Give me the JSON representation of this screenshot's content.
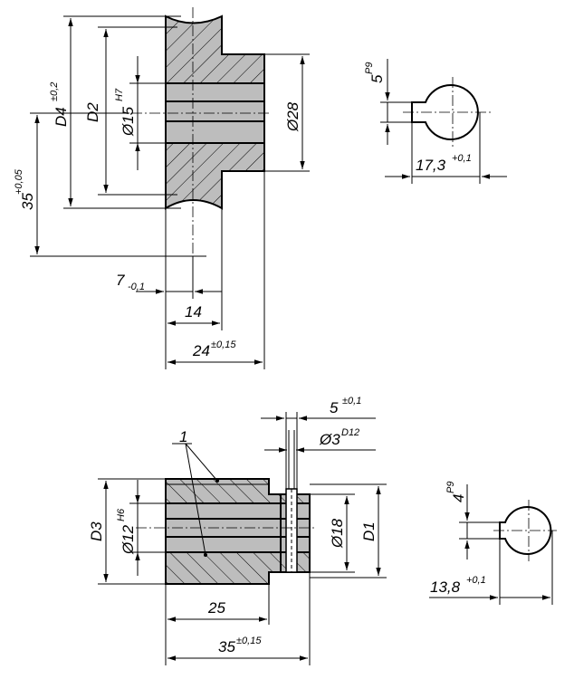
{
  "top_view": {
    "dim_d4": "D4",
    "dim_d4_tol": "±0,2",
    "dim_d2": "D2",
    "dim_bore": "Ø15",
    "dim_bore_tol": "H7",
    "dim_hub": "Ø28",
    "dim_height": "35",
    "dim_height_tol": "+0,05",
    "dim_7": "7",
    "dim_7_tol": "-0,1",
    "dim_14": "14",
    "dim_24": "24",
    "dim_24_tol": "±0,15"
  },
  "top_keyway": {
    "width": "5",
    "width_tol": "P9",
    "depth": "17,3",
    "depth_tol": "+0,1"
  },
  "bottom_view": {
    "label_1": "1",
    "dim_5": "5",
    "dim_5_tol": "±0,1",
    "dim_hole": "Ø3",
    "dim_hole_tol": "D12",
    "dim_d3": "D3",
    "dim_bore": "Ø12",
    "dim_bore_tol": "H6",
    "dim_18": "Ø18",
    "dim_d1": "D1",
    "dim_25": "25",
    "dim_35": "35",
    "dim_35_tol": "±0,15"
  },
  "bottom_keyway": {
    "width": "4",
    "width_tol": "P9",
    "depth": "13,8",
    "depth_tol": "+0,1"
  }
}
